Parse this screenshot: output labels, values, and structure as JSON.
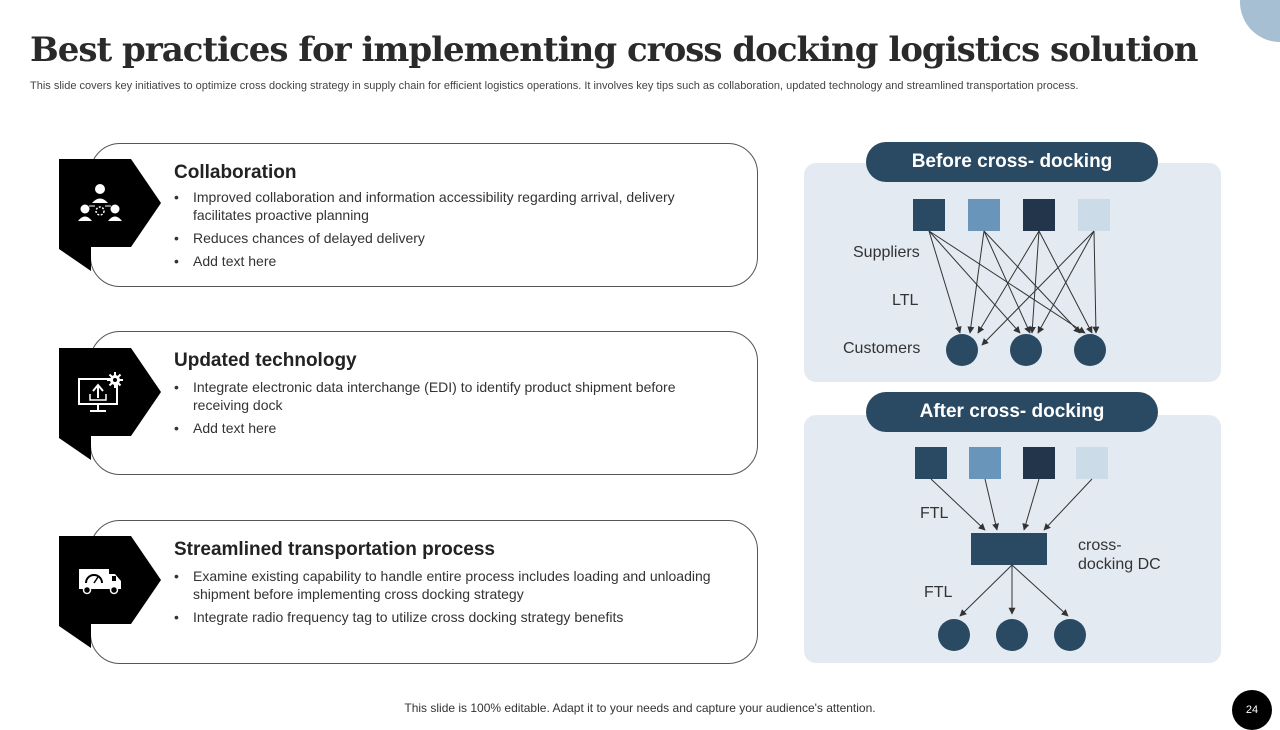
{
  "slide": {
    "title": "Best practices for implementing cross docking logistics solution",
    "subtitle": "This slide covers key initiatives to optimize cross docking strategy in supply chain for efficient logistics operations. It involves key tips such as collaboration, updated technology and streamlined transportation process.",
    "footer": "This slide is 100% editable. Adapt it to your needs and capture your audience's attention.",
    "page_number": "24"
  },
  "practices": [
    {
      "icon": "team-collaboration-icon",
      "title": "Collaboration",
      "bullets": [
        "Improved collaboration and information accessibility regarding  arrival, delivery facilitates proactive planning",
        "Reduces chances of delayed delivery",
        "Add text here"
      ]
    },
    {
      "icon": "monitor-upload-gear-icon",
      "title": "Updated technology",
      "bullets": [
        "Integrate electronic data interchange (EDI) to identify product shipment before receiving dock",
        "Add text here"
      ]
    },
    {
      "icon": "delivery-truck-icon",
      "title": "Streamlined transportation process",
      "bullets": [
        "Examine existing capability to handle entire process includes loading and unloading shipment before implementing cross docking strategy",
        "Integrate radio frequency tag to utilize cross docking strategy benefits"
      ]
    }
  ],
  "before": {
    "heading": "Before cross- docking",
    "suppliers_label": "Suppliers",
    "ltl_label": "LTL",
    "customers_label": "Customers"
  },
  "after": {
    "heading": "After cross- docking",
    "ftl_in_label": "FTL",
    "ftl_out_label": "FTL",
    "dc_label_line1": "cross-",
    "dc_label_line2": "docking DC"
  },
  "colors": {
    "navy": "#2a4a63",
    "steel_blue": "#6a95bb",
    "dark_navy": "#22354b",
    "pale_blue": "#cbdbe7",
    "panel_bg": "#e3eaf1",
    "badge": "#000000"
  }
}
